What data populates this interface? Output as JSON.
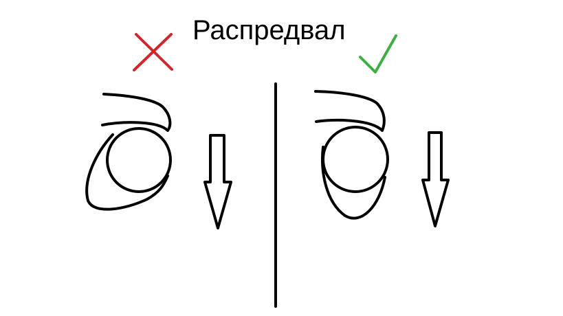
{
  "title": "Распредвал",
  "colors": {
    "ink": "#000000",
    "wrong_mark": "#d0262c",
    "right_mark": "#3cb043",
    "background": "#ffffff"
  },
  "panels": {
    "left": {
      "verdict_icon": "cross-icon",
      "verdict": "wrong",
      "illustration": "camshaft-lobe-skewed",
      "direction_icon": "down-arrow-icon"
    },
    "right": {
      "verdict_icon": "check-icon",
      "verdict": "correct",
      "illustration": "camshaft-lobe-vertical",
      "direction_icon": "down-arrow-icon"
    }
  }
}
